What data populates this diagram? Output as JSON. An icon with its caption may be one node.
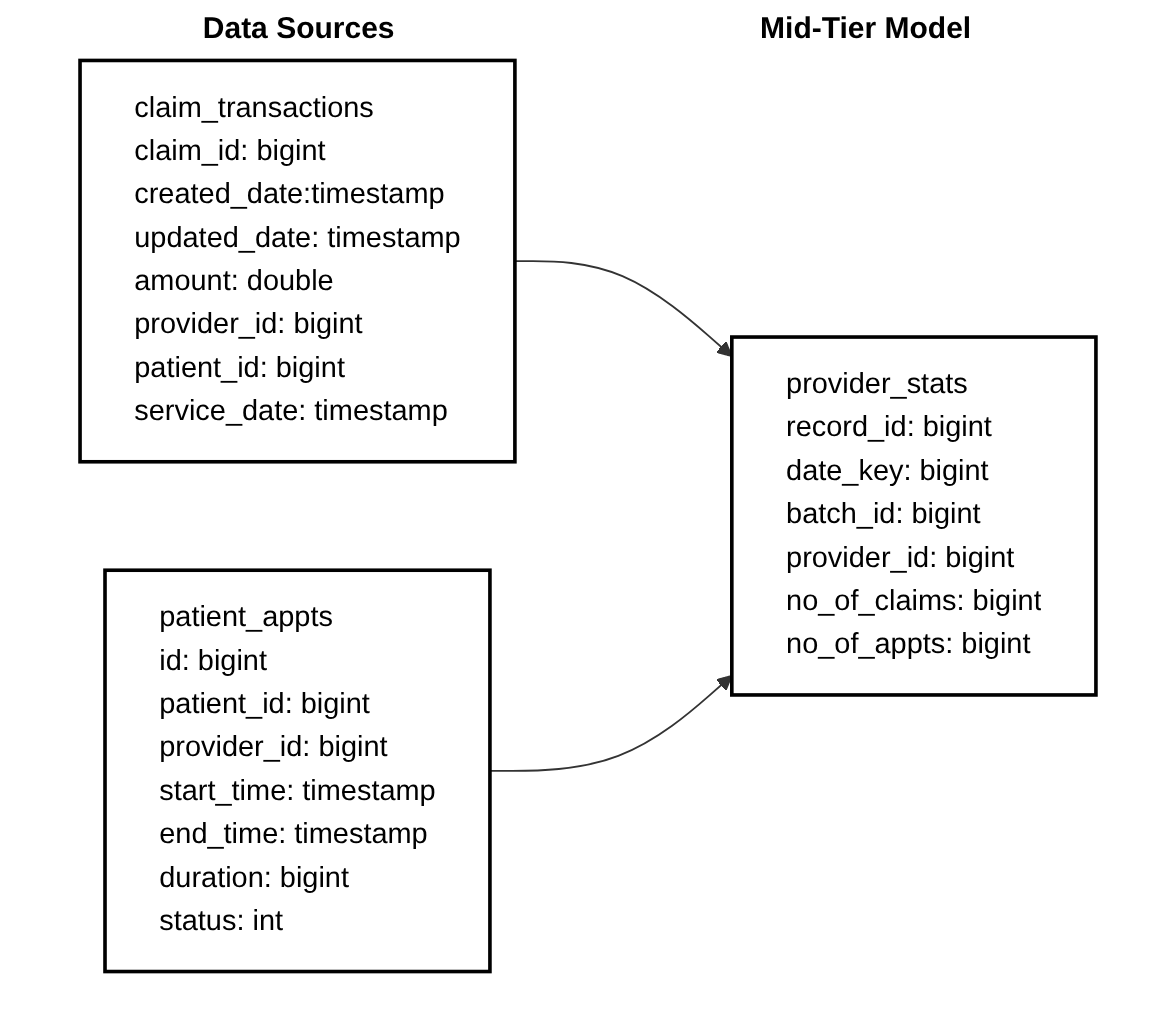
{
  "diagram": {
    "nodes": [
      {
        "text": [
          "claim_transactions",
          "claim_id: bigint",
          "created_date:timestamp",
          "updated_date: timestamp",
          "amount: double",
          "provider_id: bigint",
          "patient_id: bigint",
          "service_date: timestamp"
        ]
      },
      {
        "text": [
          "patient_appts",
          "id: bigint",
          "patient_id: bigint",
          "provider_id: bigint",
          "start_time: timestamp",
          "end_time: timestamp",
          "duration: bigint",
          "status: int"
        ]
      },
      {
        "text": [
          "provider_stats",
          "record_id: bigint",
          "date_key: bigint",
          "batch_id: bigint",
          "provider_id: bigint",
          "no_of_claims: bigint",
          "no_of_appts: bigint"
        ]
      }
    ],
    "edges": [
      {
        "from": 0,
        "to": 2,
        "arrow": "to"
      },
      {
        "from": 1,
        "to": 2,
        "arrow": "to"
      }
    ],
    "labels": [
      "Data Sources",
      "Mid-Tier Model"
    ]
  }
}
